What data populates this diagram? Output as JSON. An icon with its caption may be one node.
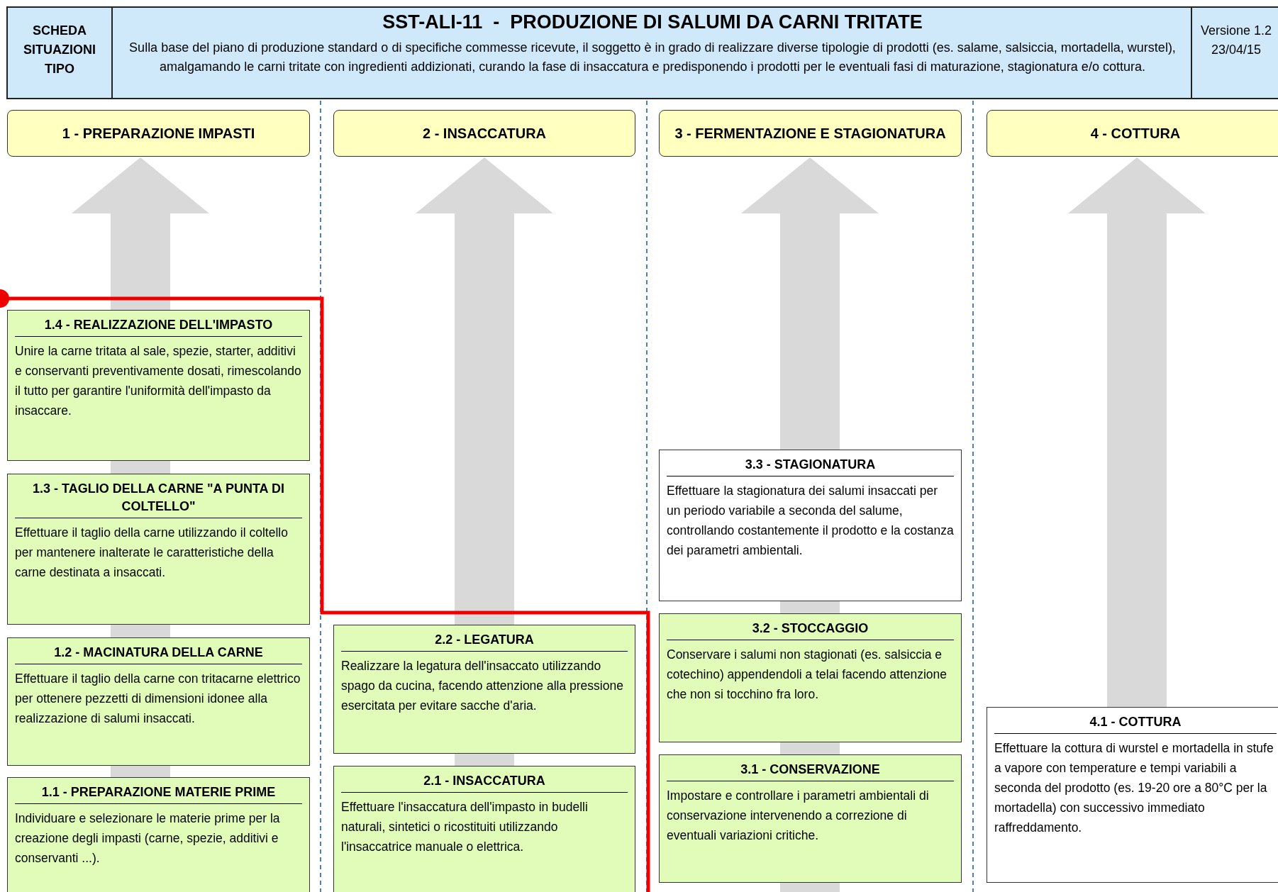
{
  "diagram": {
    "title": "SST-ALI-11  -  PRODUZIONE DI SALUMI DA CARNI TRITATE",
    "nodes": [
      {
        "text": [
          "1 - PREPARAZIONE IMPASTI"
        ]
      },
      {
        "text": [
          "2 - INSACCATURA"
        ]
      },
      {
        "text": [
          "3 - FERMENTAZIONE E STAGIONATURA"
        ]
      },
      {
        "text": [
          "4 - COTTURA"
        ]
      },
      {
        "text": [
          "1.4 - REALIZZAZIONE DELL'IMPASTO",
          "Unire la carne tritata al sale, spezie, starter, additivi e conservanti preventivamente dosati, rimescolando il tutto per garantire l'uniformità dell'impasto da insaccare."
        ]
      },
      {
        "text": [
          "1.3 - TAGLIO DELLA CARNE \"A PUNTA DI COLTELLO\"",
          "Effettuare il taglio della carne utilizzando il coltello per mantenere inalterate le caratteristiche della carne destinata a insaccati."
        ]
      },
      {
        "text": [
          "1.2 - MACINATURA DELLA CARNE",
          "Effettuare il taglio della carne con tritacarne elettrico per ottenere pezzetti di dimensioni idonee alla realizzazione di salumi insaccati."
        ]
      },
      {
        "text": [
          "1.1 - PREPARAZIONE MATERIE PRIME",
          "Individuare e selezionare le materie prime per la creazione degli impasti (carne, spezie, additivi e conservanti ...)."
        ]
      },
      {
        "text": [
          "2.2 - LEGATURA",
          "Realizzare la legatura dell'insaccato utilizzando spago da cucina, facendo attenzione alla pressione esercitata per evitare sacche d'aria."
        ]
      },
      {
        "text": [
          "2.1 - INSACCATURA",
          "Effettuare l'insaccatura dell'impasto in budelli naturali, sintetici o ricostituiti utilizzando l'insaccatrice manuale o elettrica."
        ]
      },
      {
        "text": [
          "3.3 - STAGIONATURA",
          "Effettuare la stagionatura dei salumi insaccati per un periodo variabile a seconda del salume, controllando costantemente il prodotto e la costanza dei parametri ambientali."
        ]
      },
      {
        "text": [
          "3.2 - STOCCAGGIO",
          "Conservare i salumi non stagionati (es. salsiccia e cotechino) appendendoli a telai facendo attenzione che non si tocchino fra loro."
        ]
      },
      {
        "text": [
          "3.1 - CONSERVAZIONE",
          "Impostare e controllare i parametri ambientali di conservazione intervenendo a correzione di eventuali variazioni critiche."
        ]
      },
      {
        "text": [
          "4.1 - COTTURA",
          "Effettuare la cottura di wurstel e mortadella in stufe a vapore con temperature e tempi variabili a seconda del prodotto (es. 19-20 ore a 80°C per la mortadella) con successivo immediato raffreddamento."
        ]
      }
    ],
    "labels": [
      "SCHEDA SITUAZIONI TIPO",
      "Sulla base del piano di produzione standard o di specifiche commesse ricevute, il soggetto è in grado di realizzare diverse tipologie di prodotti (es. salame, salsiccia, mortadella, wurstel), amalgamando le carni tritate con ingredienti addizionati, curando la fase di insaccatura e predisponendo i prodotti per le eventuali fasi di maturazione, stagionatura e/o cottura.",
      "Versione 1.2 23/04/15"
    ]
  }
}
